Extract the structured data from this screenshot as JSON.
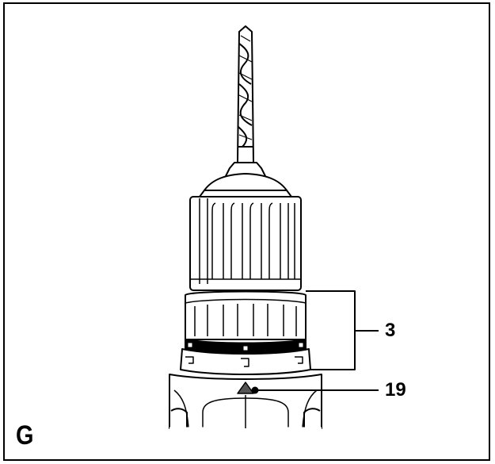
{
  "figure": {
    "label": "G",
    "callouts": [
      {
        "id": "chuck-collar",
        "text": "3"
      },
      {
        "id": "alignment-arrow",
        "text": "19"
      }
    ]
  },
  "colors": {
    "line": "#000000",
    "background": "#ffffff",
    "arrow_fill": "#555555"
  },
  "icons": [
    "drill-bit-icon",
    "keyless-chuck-icon",
    "torque-collar-icon",
    "alignment-arrow-icon",
    "drill-body-icon"
  ]
}
